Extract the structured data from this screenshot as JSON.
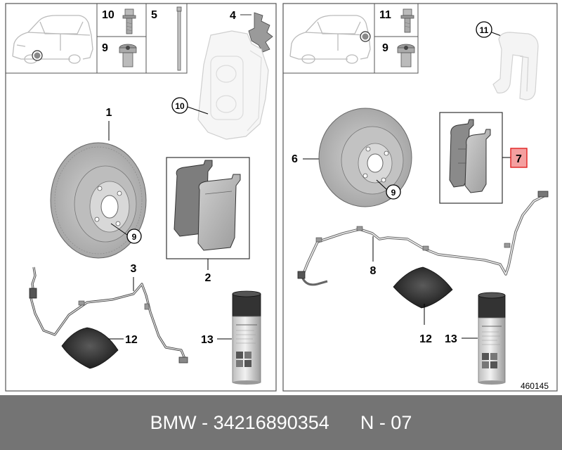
{
  "left_panel": {
    "header_labels": {
      "bolt": "10",
      "pin": "5",
      "plug": "9",
      "spring": "4"
    },
    "callouts": {
      "caliper": "10",
      "disc": "1",
      "disc_bolt": "9",
      "pads": "2",
      "sensor": "3",
      "cloth": "12",
      "spray": "13"
    }
  },
  "right_panel": {
    "header_labels": {
      "bolt": "11",
      "plug": "9"
    },
    "callouts": {
      "carrier": "11",
      "disc": "6",
      "disc_bolt": "9",
      "pads": "7",
      "sensor": "8",
      "cloth": "12",
      "spray": "13"
    },
    "diagram_number": "460145"
  },
  "colors": {
    "highlight_fill": "#f4a0a0",
    "highlight_stroke": "#e02020",
    "footer_bg": "#747474"
  },
  "footer": {
    "part_text": "BMW - 34216890354",
    "code_text": "N - 07"
  }
}
